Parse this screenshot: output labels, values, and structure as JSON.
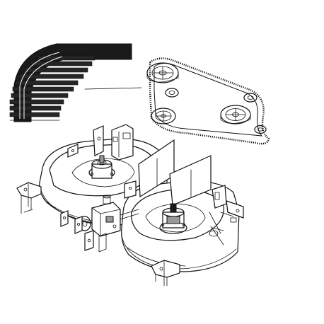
{
  "diagram": {
    "parts": [
      {
        "id": "timing-belt-detail",
        "icon": "timing-belt-cross-section"
      },
      {
        "id": "belt-routing",
        "icon": "pulley-belt-routing"
      },
      {
        "id": "mower-deck",
        "icon": "twin-spindle-mower-deck"
      }
    ],
    "colors": {
      "ink": "#111111",
      "background": "#ffffff",
      "belt_fill": "#1a1a1a"
    }
  }
}
